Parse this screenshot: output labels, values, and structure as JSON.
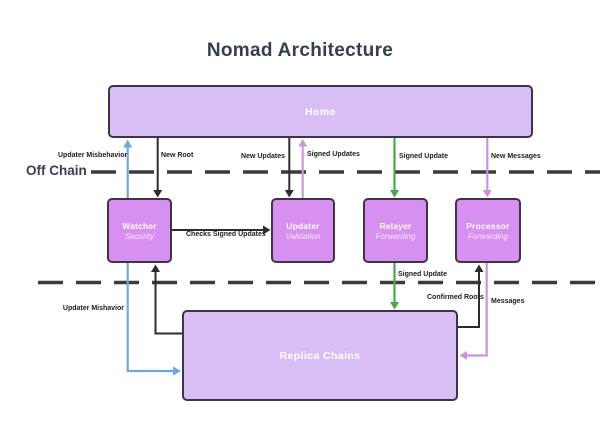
{
  "title": "Nomad Architecture",
  "lanes": {
    "off_chain": "Off Chain"
  },
  "nodes": {
    "home": {
      "label": "Home"
    },
    "watcher": {
      "label": "Watcher",
      "role": "Security"
    },
    "updater": {
      "label": "Updater",
      "role": "Validation"
    },
    "relayer": {
      "label": "Relayer",
      "role": "Forwarding"
    },
    "processor": {
      "label": "Processor",
      "role": "Forwarding"
    },
    "replica_chains": {
      "label": "Replica Chains"
    }
  },
  "edges": {
    "updater_misbehavior": "Updater Misbehavior",
    "new_root": "New Root",
    "new_updates": "New Updates",
    "signed_updates": "Signed Updates",
    "signed_update_home_to_relayer": "Signed Update",
    "new_messages": "New Messages",
    "checks_signed_updates": "Checks Signed Updates",
    "signed_update_relayer_to_replica": "Signed Update",
    "confirmed_roots": "Confirmed Roots",
    "messages": "Messages",
    "updater_mishavior": "Updater Mishavior"
  },
  "colors": {
    "node_fill_light": "#d8bef4",
    "node_fill_bright": "#d78ff0",
    "node_border": "#3d3545",
    "node_text": "#ffffff",
    "line_black": "#2d2d2d",
    "line_blue": "#6fa9dc",
    "line_green": "#48a64b",
    "line_violet": "#cb92de",
    "line_pink": "#cf97dd",
    "dash_line": "#3b3b3b",
    "title_text": "#343f4f",
    "label_text": "#1c1c1c"
  }
}
